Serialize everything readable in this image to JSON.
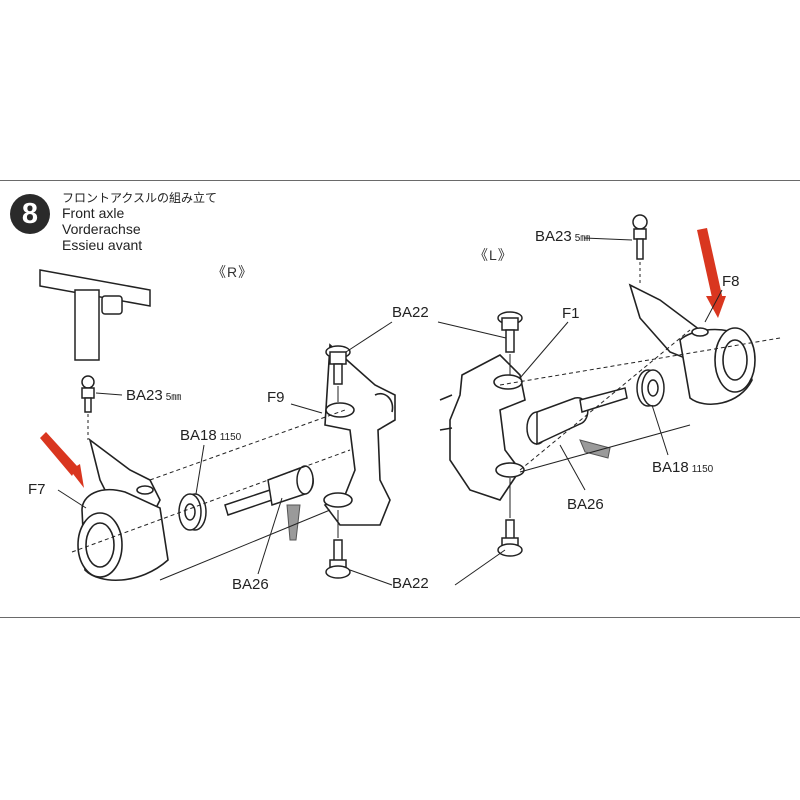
{
  "step": {
    "number": "8",
    "title_ja": "フロントアクスルの組み立て",
    "title_en": "Front axle",
    "title_de": "Vorderachse",
    "title_fr": "Essieu avant"
  },
  "sides": {
    "right": "《R》",
    "left": "《L》"
  },
  "labels": {
    "ba23_right": "BA23",
    "ba23_right_size": "5㎜",
    "ba23_left": "BA23",
    "ba23_left_size": "5㎜",
    "f7": "F7",
    "f9": "F9",
    "ba18_right": "BA18",
    "ba18_right_size": "1150",
    "ba26_right": "BA26",
    "ba22_top": "BA22",
    "ba22_bottom": "BA22",
    "f1": "F1",
    "f8": "F8",
    "ba18_left": "BA18",
    "ba18_left_size": "1150",
    "ba26_left": "BA26"
  },
  "colors": {
    "accent_arrow": "#d9361f",
    "badge": "#2a2a2a",
    "line": "#222222",
    "grease_gray": "#9a9a9a"
  }
}
